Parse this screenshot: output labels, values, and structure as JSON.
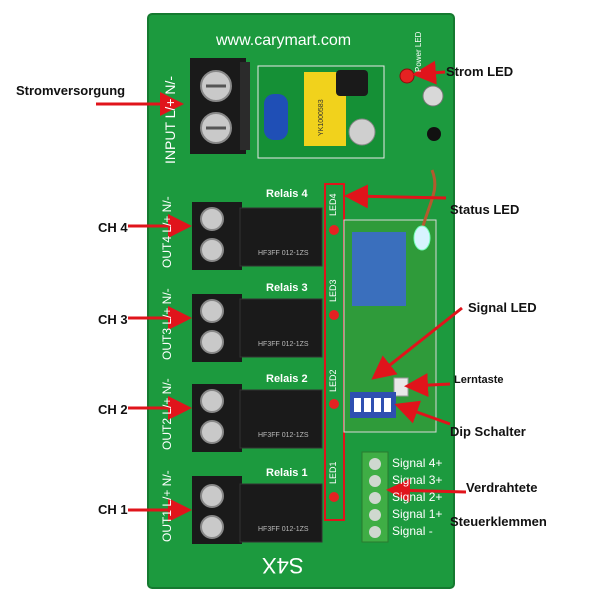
{
  "board": {
    "url": "www.carymart.com",
    "model": "S4X",
    "input_terminal": "INPUT L/+ N/-",
    "outputs": [
      {
        "terminal": "OUT4 L/+ N/-",
        "relay": "Relais 4",
        "led": "LED4"
      },
      {
        "terminal": "OUT3 L/+ N/-",
        "relay": "Relais 3",
        "led": "LED3"
      },
      {
        "terminal": "OUT2 L/+ N/-",
        "relay": "Relais 2",
        "led": "LED2"
      },
      {
        "terminal": "OUT1 L/+ N/-",
        "relay": "Relais 1",
        "led": "LED1"
      }
    ],
    "relay_marking": "HF3FF 012-1ZS",
    "signals": [
      "Signal 4+",
      "Signal 3+",
      "Signal 2+",
      "Signal 1+",
      "Signal -"
    ],
    "power_led_marking": "Power LED",
    "capacitor_marking": "YK1000583"
  },
  "annotations": {
    "stromversorgung": "Stromversorgung",
    "strom_led": "Strom LED",
    "status_led": "Status LED",
    "ch4": "CH 4",
    "ch3": "CH 3",
    "signal_led": "Signal LED",
    "lerntaste": "Lerntaste",
    "ch2": "CH 2",
    "dip_schalter": "Dip Schalter",
    "verdrahtete": "Verdrahtete",
    "steuerklemmen": "Steuerklemmen",
    "ch1": "CH 1"
  },
  "colors": {
    "pcb": "#1c9a3e",
    "arrow": "#e0141b",
    "terminal_green": "#3fae45",
    "relay_black": "#1a1a1a"
  }
}
